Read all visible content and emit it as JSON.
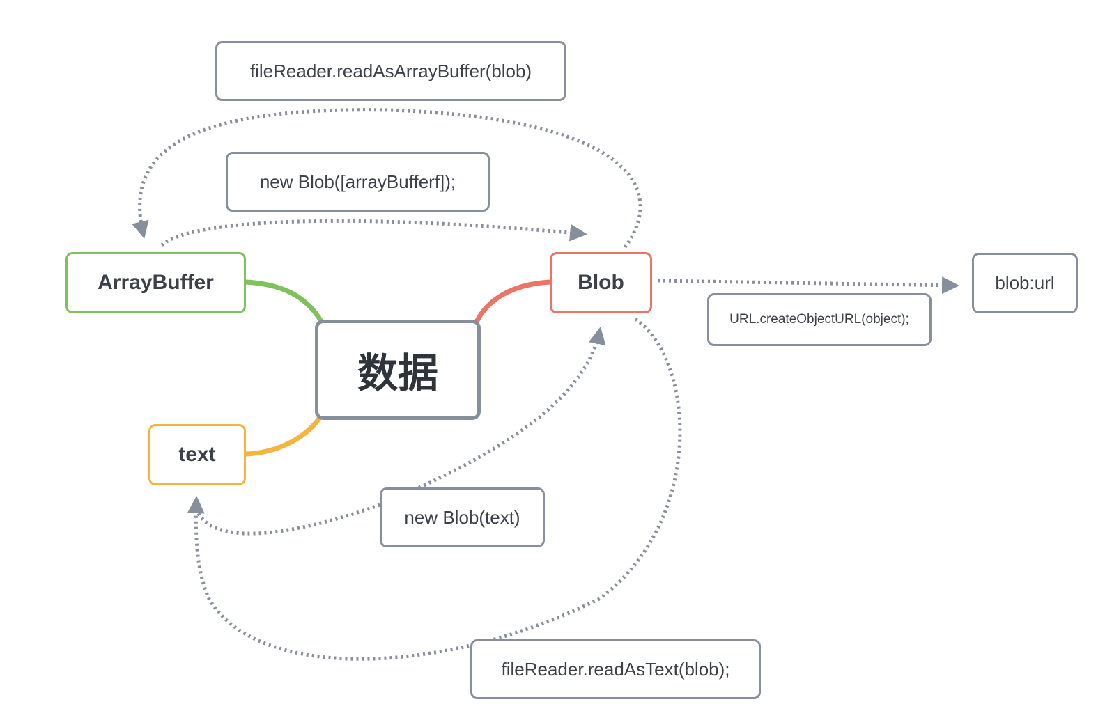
{
  "central_topic": "数据",
  "nodes": {
    "array_buffer": "ArrayBuffer",
    "blob": "Blob",
    "text": "text",
    "blob_url": "blob:url"
  },
  "edge_labels": {
    "read_as_array_buffer": "fileReader.readAsArrayBuffer(blob)",
    "new_blob_from_array_buffer": "new Blob([arrayBufferf]);",
    "create_object_url": "URL.createObjectURL(object);",
    "new_blob_from_text": "new Blob(text)",
    "read_as_text": "fileReader.readAsText(blob);"
  },
  "colors": {
    "array_buffer_branch": "#7fc15a",
    "blob_branch": "#ec7464",
    "text_branch": "#f3b53e",
    "connector": "#878e9c",
    "text": "#3c4048"
  }
}
